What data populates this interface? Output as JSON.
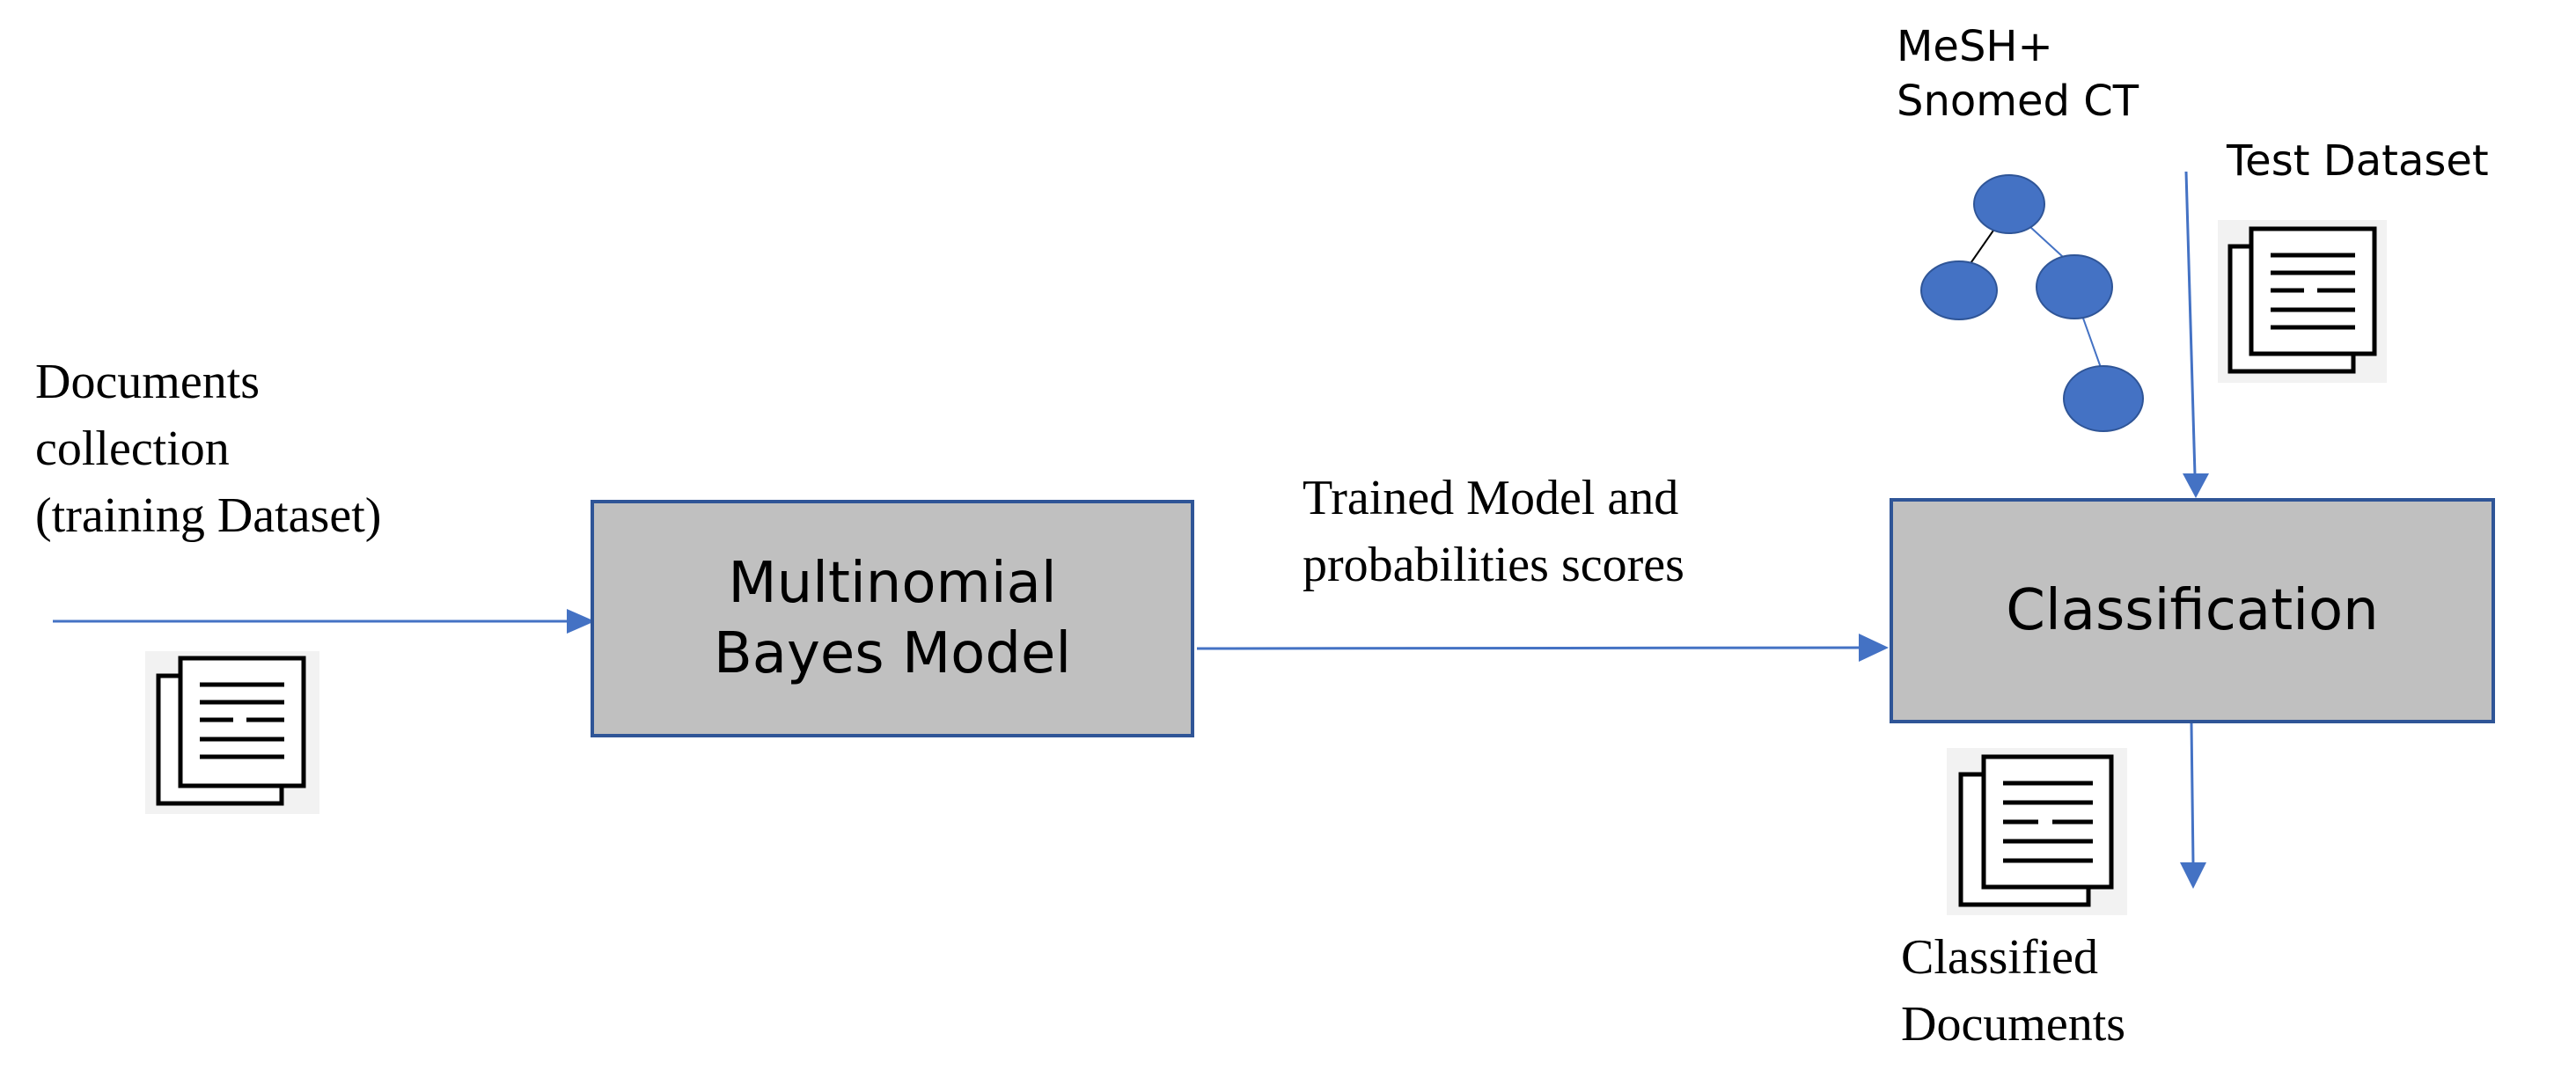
{
  "colors": {
    "arrow": "#4472c4",
    "box_fill": "#c0c0c0",
    "box_border": "#2f5597",
    "node_fill": "#4472c4"
  },
  "icons": {
    "training_docs": "document-stack-icon",
    "test_docs": "document-stack-icon",
    "classified_docs": "document-stack-icon",
    "ontology": "tree-graph-icon"
  },
  "labels": {
    "training_line1": "Documents",
    "training_line2": "collection",
    "training_line3": "(training Dataset)",
    "trained_line1": "Trained Model and",
    "trained_line2": "probabilities scores",
    "ontology_line1": "MeSH+",
    "ontology_line2": "Snomed CT",
    "test_dataset": "Test Dataset",
    "classified_line1": "Classified",
    "classified_line2": "Documents"
  },
  "boxes": {
    "model_line1": "Multinomial",
    "model_line2": "Bayes Model",
    "classification": "Classification"
  }
}
